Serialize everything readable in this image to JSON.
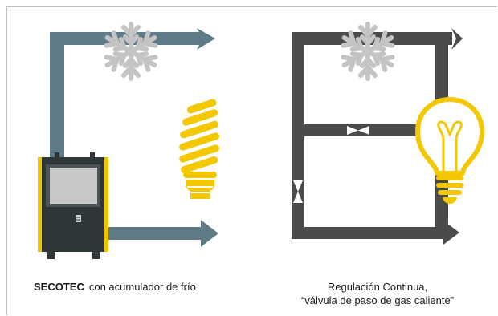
{
  "captions": {
    "left_brand": "SECOTEC",
    "left_text": "con acumulador de frío",
    "right_line1": "Regulación Continua,",
    "right_line2": "“válvula de paso de gas caliente”"
  },
  "colors": {
    "left_pipe": "#5f7b88",
    "right_pipe": "#4b4b4b",
    "snowflake": "#c4c4c4",
    "bulb": "#f3c800",
    "dryer_body": "#2f3638",
    "dryer_accent": "#f2c200"
  },
  "icons": [
    "snowflake-icon",
    "cfl-bulb-icon",
    "incandescent-bulb-icon",
    "valve-icon",
    "refrigeration-dryer"
  ]
}
